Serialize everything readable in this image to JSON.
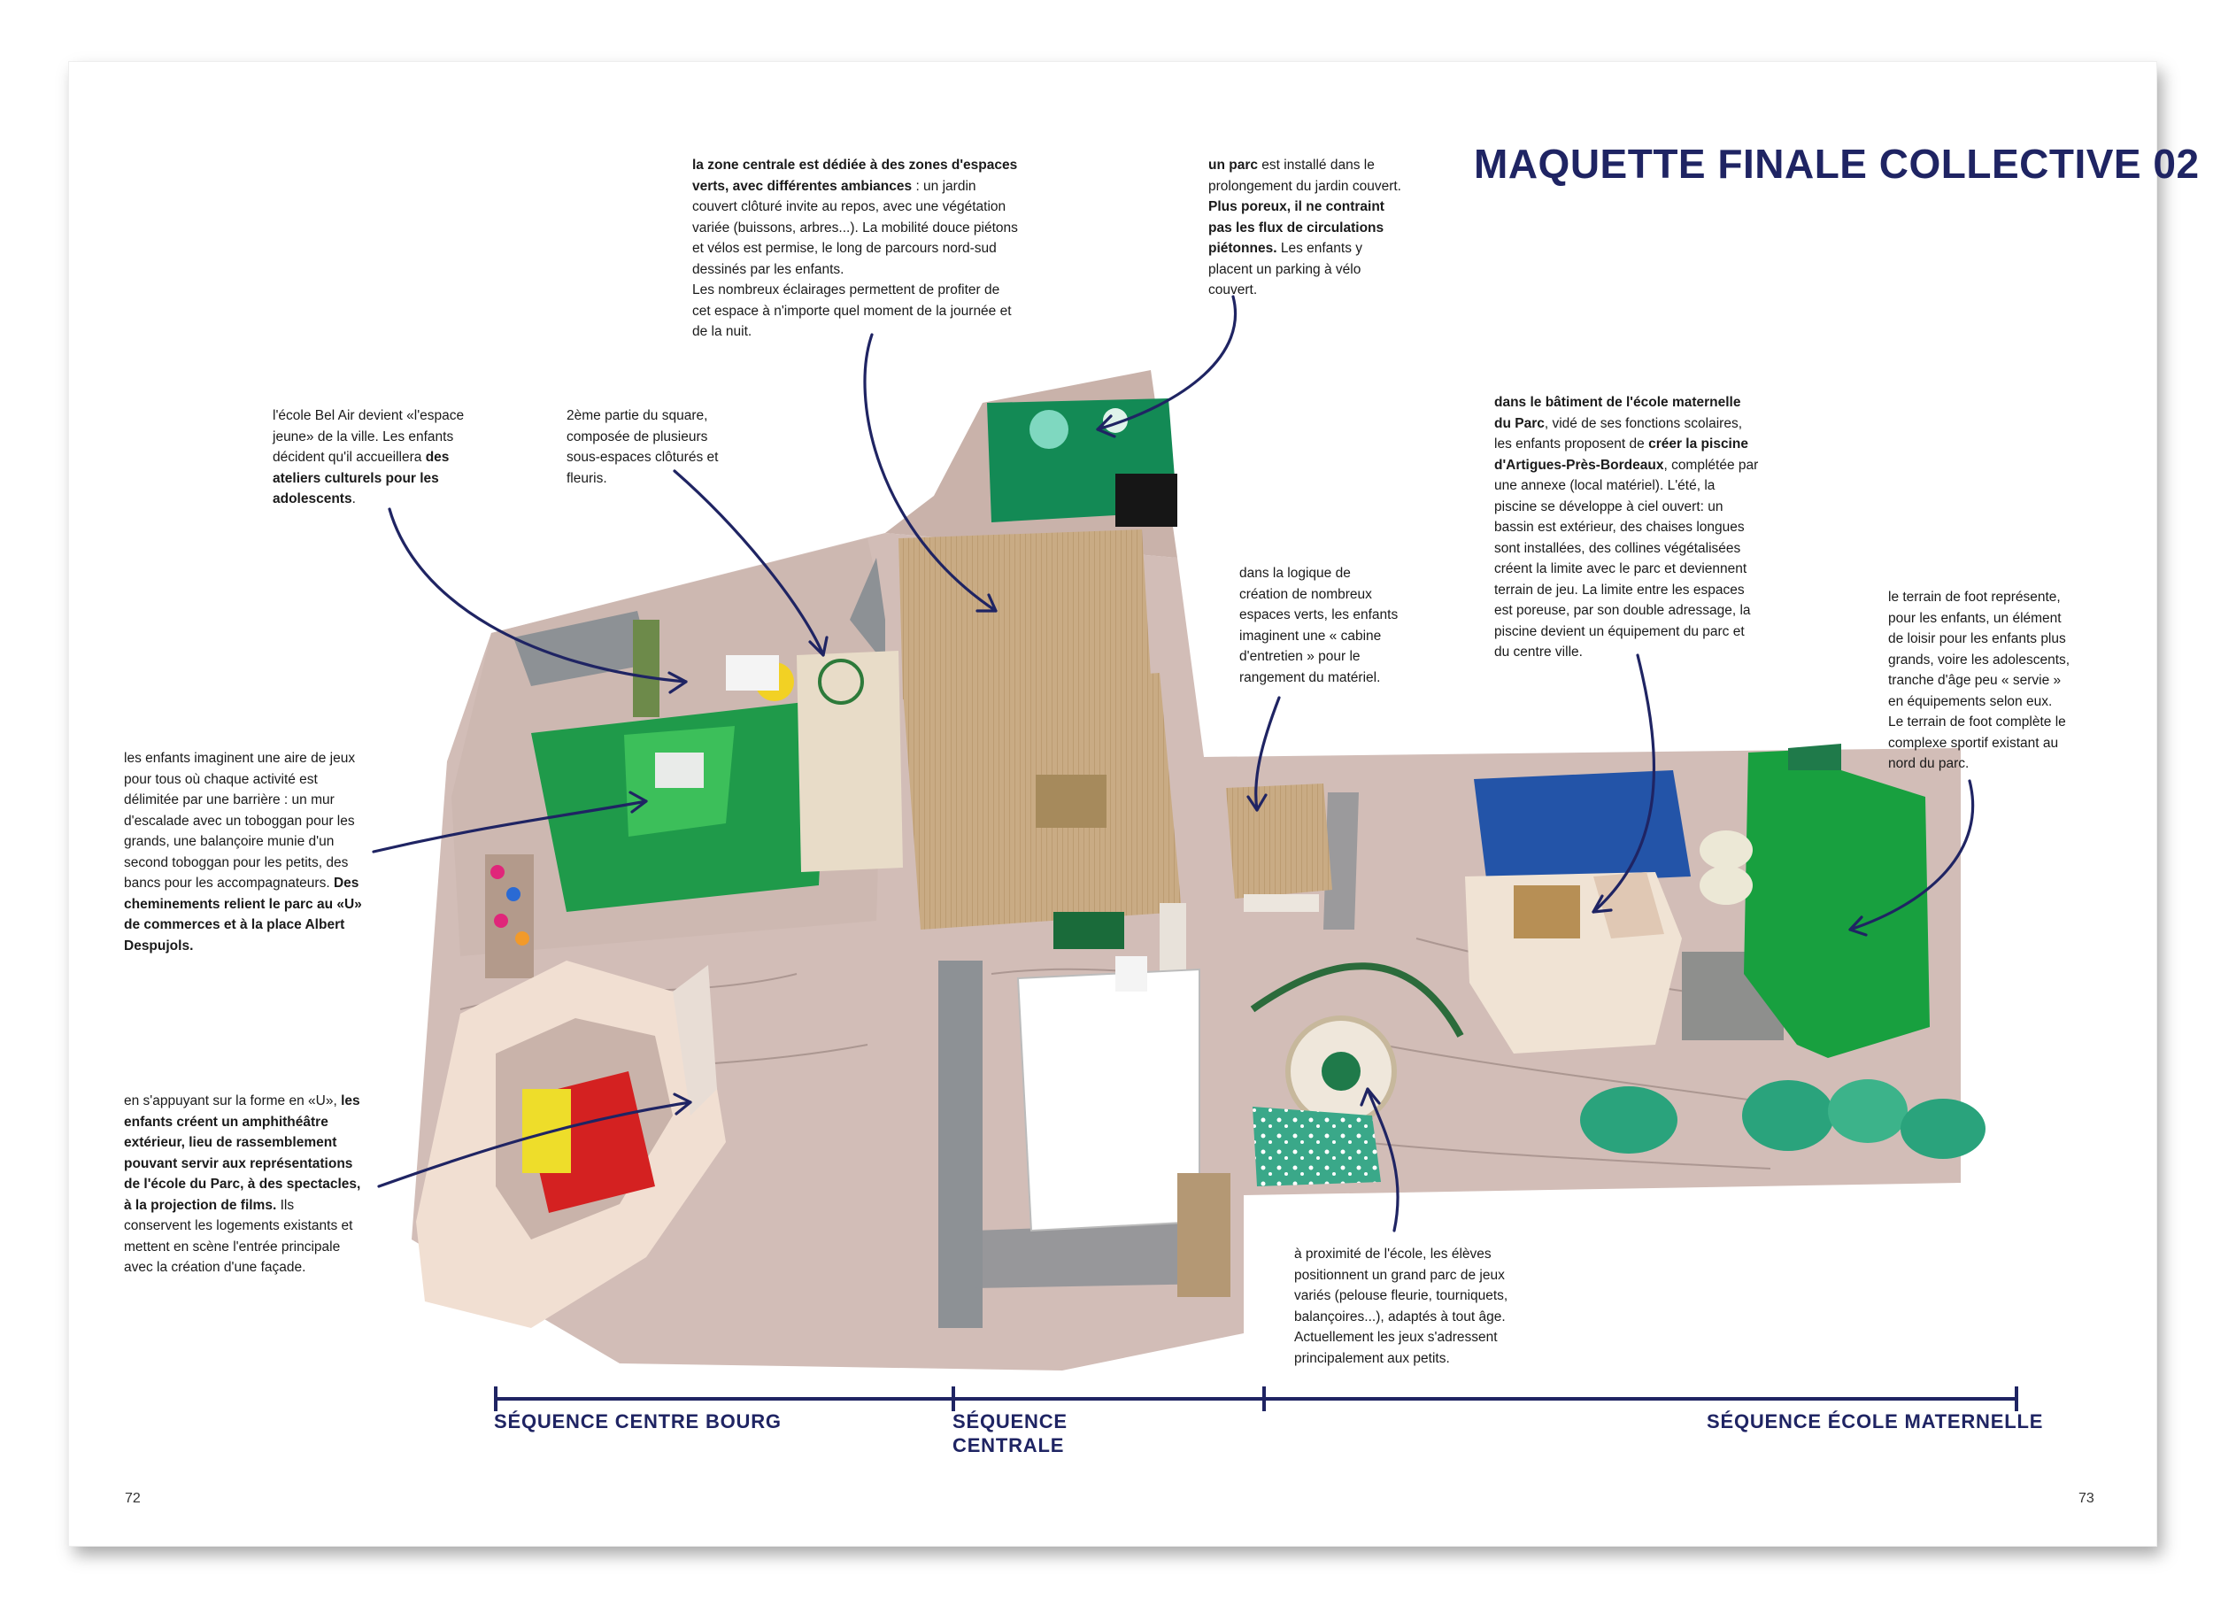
{
  "title": "MAQUETTE FINALE  COLLECTIVE 02",
  "colors": {
    "accent": "#1f2463",
    "photo_background": "#ffffff"
  },
  "captions": {
    "central_zone": [
      {
        "t": "la zone centrale est dédiée à des zones d'espaces verts, avec différentes ambiances",
        "b": true
      },
      {
        "t": " : un jardin couvert clôturé invite au repos, avec une végétation variée (buissons, arbres...). La mobilité douce piétons et vélos est permise, le long de parcours nord-sud dessinés par les enfants.",
        "b": false
      },
      {
        "t": "Les nombreux éclairages permettent de profiter de cet espace à n'importe quel moment de la journée et de la nuit.",
        "b": false,
        "br": true
      }
    ],
    "park": [
      {
        "t": "un parc",
        "b": true
      },
      {
        "t": " est installé dans le prolongement du jardin couvert. ",
        "b": false
      },
      {
        "t": "Plus poreux, il ne contraint pas les flux de circulations piétonnes.",
        "b": true
      },
      {
        "t": " Les enfants y placent un parking à vélo couvert.",
        "b": false
      }
    ],
    "bel_air": [
      {
        "t": "l'école Bel Air devient «l'espace jeune» de la ville. Les enfants décident qu'il accueillera ",
        "b": false
      },
      {
        "t": "des ateliers culturels pour les adolescents",
        "b": true
      },
      {
        "t": ".",
        "b": false
      }
    ],
    "square": [
      {
        "t": "2ème partie du square, composée de plusieurs sous-espaces clôturés et fleuris.",
        "b": false
      }
    ],
    "pool": [
      {
        "t": "dans le bâtiment de l'école maternelle du Parc",
        "b": true
      },
      {
        "t": ", vidé de ses fonctions scolaires, les enfants proposent de ",
        "b": false
      },
      {
        "t": "créer la piscine d'Artigues-Près-Bordeaux",
        "b": true
      },
      {
        "t": ", complétée par une annexe (local matériel). L'été, la piscine se développe à ciel ouvert: un bassin est extérieur, des chaises longues sont installées, des collines végétalisées créent la limite avec le parc et deviennent terrain de jeu. La limite entre les espaces est poreuse, par son double adressage, la piscine devient un équipement du parc et du centre ville.",
        "b": false
      }
    ],
    "cabin": [
      {
        "t": "dans la logique de création de nombreux espaces verts, les enfants imaginent une « cabine d'entretien » pour le rangement du matériel.",
        "b": false
      }
    ],
    "football": [
      {
        "t": "le terrain de foot représente, pour les enfants, un élément de loisir pour les enfants plus grands, voire les adolescents, tranche d'âge peu « servie » en équipements selon eux.",
        "b": false
      },
      {
        "t": "Le terrain de foot complète le complexe sportif existant au nord du parc.",
        "b": false,
        "br": true
      }
    ],
    "playground": [
      {
        "t": "les enfants imaginent une aire de jeux pour tous où chaque activité est délimitée par une barrière : un mur d'escalade avec un toboggan pour les grands, une balançoire munie d'un second toboggan pour les petits, des bancs pour les accompagnateurs. ",
        "b": false
      },
      {
        "t": "Des cheminements relient le parc au «U» de commerces et à la place Albert Despujols.",
        "b": true
      }
    ],
    "amphitheatre": [
      {
        "t": "en s'appuyant sur la forme en «U», ",
        "b": false
      },
      {
        "t": "les enfants créent un amphithéâtre extérieur, lieu de rassemblement pouvant servir aux représentations de l'école du Parc, à des spectacles, à la projection de films.",
        "b": true
      },
      {
        "t": " Ils conservent les logements existants et mettent en scène l'entrée principale avec la création d'une façade.",
        "b": false
      }
    ],
    "games_park": [
      {
        "t": "à proximité de l'école, les élèves positionnent un grand parc de jeux variés  (pelouse fleurie, tourniquets, balançoires...), adaptés à tout âge. Actuellement les jeux s'adressent principalement aux petits.",
        "b": false
      }
    ]
  },
  "sequences": {
    "left": "SÉQUENCE CENTRE BOURG",
    "middle": "SÉQUENCE\nCENTRALE",
    "right": "SÉQUENCE ÉCOLE MATERNELLE"
  },
  "page_numbers": {
    "left": "72",
    "right": "73"
  }
}
